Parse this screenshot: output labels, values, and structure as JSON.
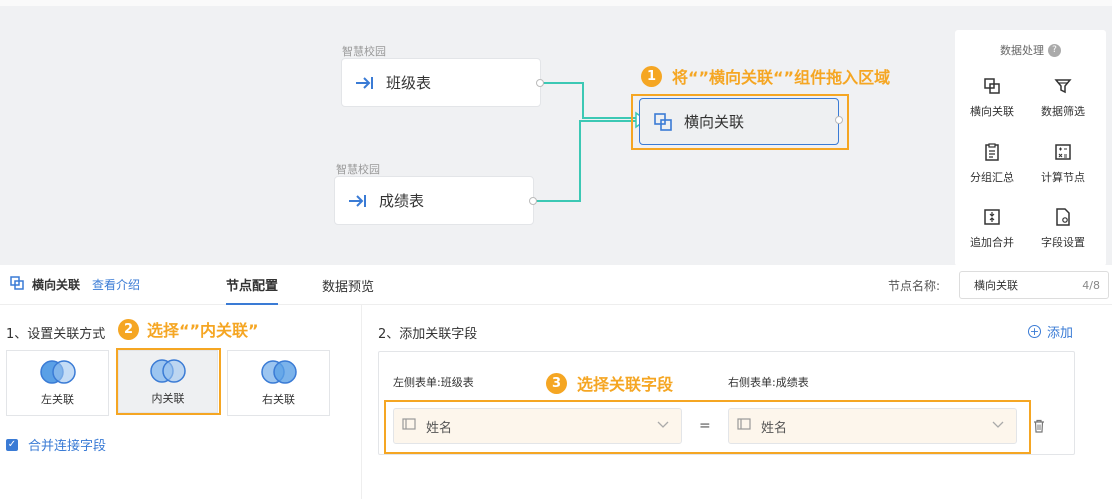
{
  "canvas": {
    "nodes": [
      {
        "source": "智慧校园",
        "label": "班级表"
      },
      {
        "source": "智慧校园",
        "label": "成绩表"
      }
    ],
    "join_node": {
      "label": "横向关联"
    },
    "annotation1": {
      "num": "1",
      "text": "将“”横向关联“”组件拖入区域"
    }
  },
  "palette": {
    "title": "数据处理",
    "help_icon": "?",
    "items": [
      {
        "label": "横向关联",
        "icon": "join-icon"
      },
      {
        "label": "数据筛选",
        "icon": "filter-icon"
      },
      {
        "label": "分组汇总",
        "icon": "clipboard-icon"
      },
      {
        "label": "计算节点",
        "icon": "calculator-icon"
      },
      {
        "label": "追加合并",
        "icon": "append-icon"
      },
      {
        "label": "字段设置",
        "icon": "file-gear-icon"
      }
    ]
  },
  "toolbar": {
    "title": "横向关联",
    "intro_link": "查看介绍",
    "tabs": [
      "节点配置",
      "数据预览"
    ],
    "name_label": "节点名称:",
    "name_value": "横向关联",
    "name_count": "4/8"
  },
  "left": {
    "section_title": "1、设置关联方式",
    "annotation2": {
      "num": "2",
      "text": "选择“”内关联”"
    },
    "join_types": [
      {
        "label": "左关联"
      },
      {
        "label": "内关联",
        "selected": true
      },
      {
        "label": "右关联"
      }
    ],
    "merge_checkbox": {
      "label": "合并连接字段",
      "checked": true,
      "mark": "✓"
    }
  },
  "right": {
    "section_title": "2、添加关联字段",
    "add_label": "添加",
    "add_symbol": "+",
    "left_table_label": "左侧表单:班级表",
    "right_table_label": "右侧表单:成绩表",
    "annotation3": {
      "num": "3",
      "text": "选择关联字段"
    },
    "left_field": "姓名",
    "right_field": "姓名",
    "eq": "="
  },
  "colors": {
    "accent": "#3a7bd5",
    "annotation": "#f5a623",
    "link": "#3cc8b4"
  }
}
